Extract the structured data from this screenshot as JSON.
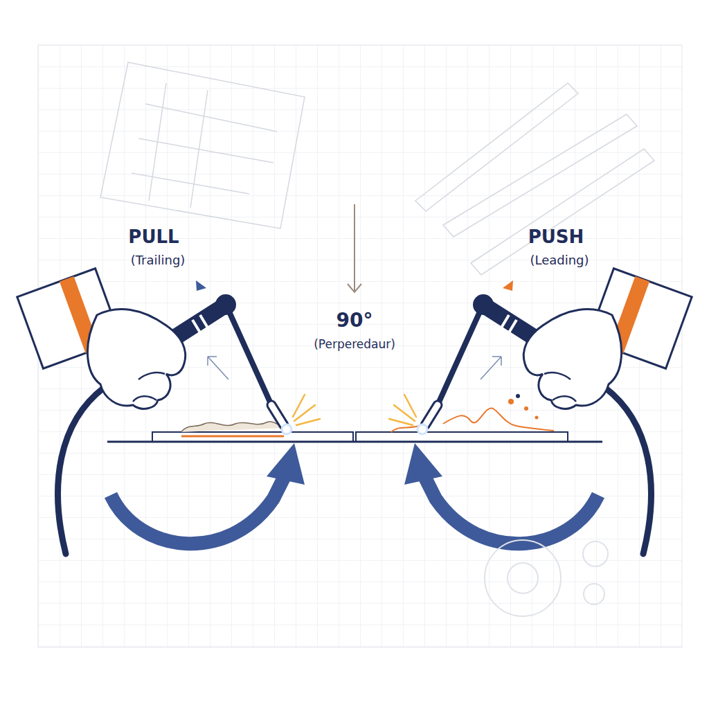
{
  "diagram": {
    "labels": [
      "PULL",
      "(Trailing)",
      "90°",
      "(Perperedaur)",
      "PUSH",
      "(Leading)"
    ]
  }
}
